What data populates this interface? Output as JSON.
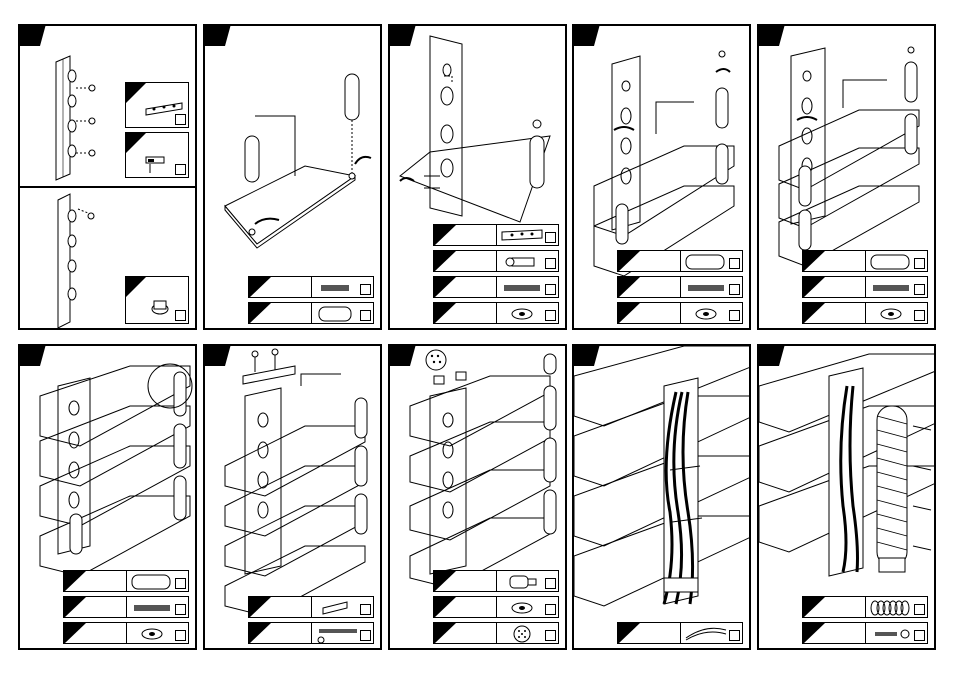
{
  "document": {
    "layout": "assembly-instructions",
    "rows": 2,
    "columns": 5,
    "panels": [
      {
        "id": 1,
        "parts": [
          "bracket-strip",
          "screw-panel"
        ],
        "variant": "split"
      },
      {
        "id": 2,
        "parts": [
          "wall-plug",
          "tube"
        ]
      },
      {
        "id": 3,
        "parts": [
          "bracket-strip",
          "bolt",
          "dowel",
          "washer"
        ]
      },
      {
        "id": 4,
        "parts": [
          "tube",
          "dowel",
          "washer"
        ]
      },
      {
        "id": 5,
        "parts": [
          "tube",
          "dowel",
          "washer"
        ]
      },
      {
        "id": 6,
        "parts": [
          "tube",
          "dowel",
          "washer"
        ]
      },
      {
        "id": 7,
        "parts": [
          "strip",
          "long-screw"
        ]
      },
      {
        "id": 8,
        "parts": [
          "cap",
          "washer",
          "mesh-disc"
        ]
      },
      {
        "id": 9,
        "parts": [
          "cable-tie"
        ]
      },
      {
        "id": 10,
        "parts": [
          "spiral-wrap",
          "screw"
        ]
      }
    ]
  }
}
